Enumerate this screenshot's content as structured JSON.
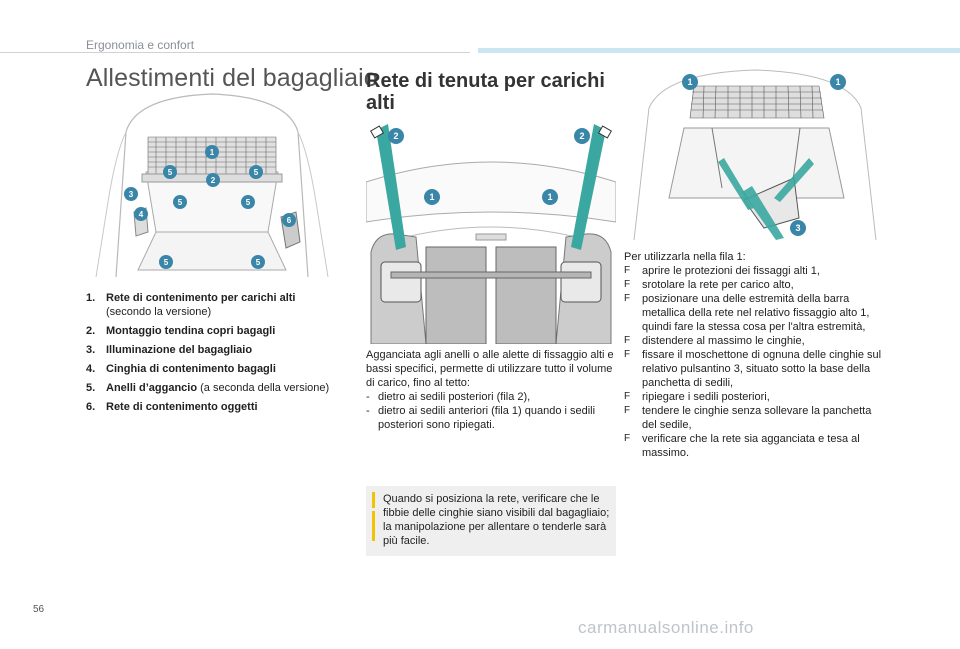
{
  "header": {
    "section": "Ergonomia e confort"
  },
  "left": {
    "title": "Allestimenti del bagagliaio",
    "legend": [
      {
        "num": "1.",
        "label": "Rete di contenimento per carichi alti",
        "extra": "(secondo la versione)"
      },
      {
        "num": "2.",
        "label": "Montaggio tendina copri bagagli",
        "extra": ""
      },
      {
        "num": "3.",
        "label": "Illuminazione del bagagliaio",
        "extra": ""
      },
      {
        "num": "4.",
        "label": "Cinghia di contenimento bagagli",
        "extra": ""
      },
      {
        "num": "5.",
        "label": "Anelli d’aggancio",
        "extra": "(a seconda della versione)"
      },
      {
        "num": "6.",
        "label": "Rete di contenimento oggetti",
        "extra": ""
      }
    ],
    "figure_markers": [
      "1",
      "2",
      "3",
      "4",
      "5",
      "5",
      "5",
      "5",
      "5",
      "5",
      "6"
    ]
  },
  "middle": {
    "title": "Rete di tenuta per carichi alti",
    "intro": "Agganciata agli anelli o alle alette di fissaggio alti e bassi specifici, permette di utilizzare tutto il volume di carico, fino al tetto:",
    "items": [
      {
        "dash": "-",
        "text": "dietro ai sedili posteriori (fila 2),"
      },
      {
        "dash": "-",
        "text": "dietro ai sedili anteriori (fila 1) quando i sedili posteriori sono ripiegati."
      }
    ],
    "note": "Quando si posiziona la rete, verificare che le fibbie delle cinghie siano visibili dal bagagliaio; la manipolazione per allentare o tenderle sarà più facile.",
    "figure_markers": [
      "2",
      "2",
      "1",
      "1"
    ]
  },
  "right": {
    "intro": "Per utilizzarla nella fila 1:",
    "steps": [
      {
        "bullet": "F",
        "text": "aprire le protezioni dei fissaggi alti 1,"
      },
      {
        "bullet": "F",
        "text": "srotolare la rete per carico alto,"
      },
      {
        "bullet": "F",
        "text": "posizionare una delle estremità della barra metallica della rete nel relativo fissaggio alto 1, quindi fare la stessa cosa per l'altra estremità,"
      },
      {
        "bullet": "F",
        "text": "distendere al massimo le cinghie,"
      },
      {
        "bullet": "F",
        "text": "fissare il moschettone di ognuna delle cinghie sul relativo pulsantino 3, situato sotto la base della panchetta di sedili,"
      },
      {
        "bullet": "F",
        "text": "ripiegare i sedili posteriori,"
      },
      {
        "bullet": "F",
        "text": "tendere le cinghie senza sollevare la panchetta del sedile,"
      },
      {
        "bullet": "F",
        "text": "verificare che la rete sia agganciata e tesa al massimo."
      }
    ],
    "figure_markers": [
      "1",
      "1",
      "3"
    ]
  },
  "footer": {
    "page": "56",
    "watermark": "carmanualsonline.info"
  },
  "colors": {
    "marker": "#3a86a8",
    "accent_bar": "#c9e6f1",
    "arrow": "#3aa7a0",
    "note_bar": "#f0c400",
    "note_bg": "#efefef"
  }
}
